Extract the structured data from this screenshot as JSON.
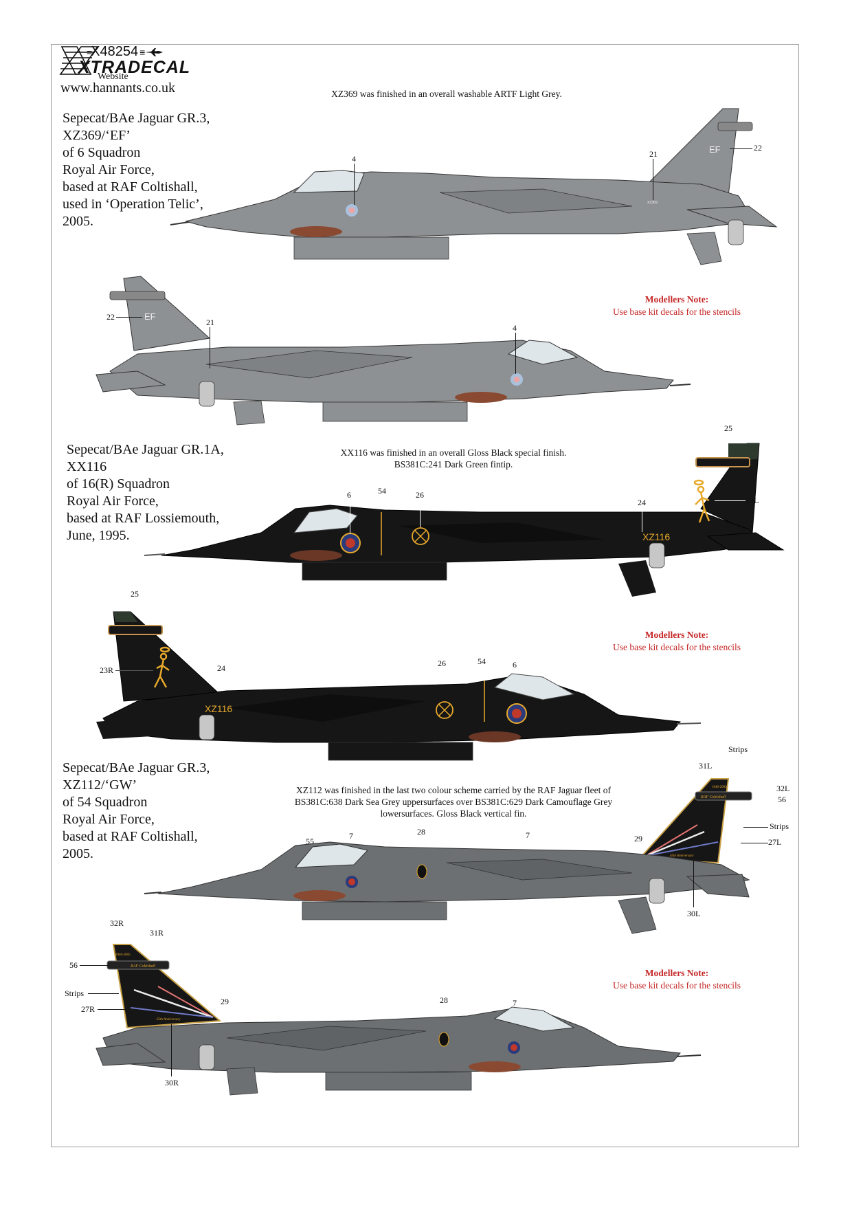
{
  "header": {
    "product_code": "X48254",
    "brand": "XTRADECAL",
    "website_label": "Website",
    "website_url": "www.hannants.co.uk"
  },
  "colors": {
    "light_grey": "#8e9193",
    "dark_sea_grey": "#6c7072",
    "gloss_black": "#161616",
    "roundel_red": "#c0392b",
    "roundel_blue": "#2a3a7a",
    "yellow": "#e8a92a",
    "note_red": "#c62828",
    "radome_brown": "#8a4a32",
    "frame_grey": "#9a9a9a"
  },
  "aircraft": [
    {
      "description": "Sepecat/BAe Jaguar GR.3,\nXZ369/‘EF’\nof 6 Squadron\nRoyal Air Force,\nbased at RAF Coltishall,\nused in ‘Operation Telic’,\n2005.",
      "finish_note": "XZ369 was finished in an overall washable ARTF Light Grey.",
      "tail_code": "EF",
      "serial": "XZ369",
      "left_view_callouts": [
        "4",
        "21",
        "22"
      ],
      "right_view_callouts": [
        "22",
        "21",
        "4"
      ],
      "modellers_note_title": "Modellers Note:",
      "modellers_note_text": "Use base kit decals for the stencils"
    },
    {
      "description": "Sepecat/BAe Jaguar GR.1A,\nXX116\nof 16(R) Squadron\nRoyal Air Force,\nbased at RAF Lossiemouth,\nJune, 1995.",
      "finish_note_line1": "XX116 was finished in an overall Gloss Black special finish.",
      "finish_note_line2": "BS381C:241 Dark Green fintip.",
      "fuselage_code": "XZ116",
      "left_view_callouts": [
        "6",
        "54",
        "26",
        "24",
        "25",
        "23L"
      ],
      "right_view_callouts": [
        "25",
        "23R",
        "24",
        "26",
        "54",
        "6"
      ],
      "modellers_note_title": "Modellers Note:",
      "modellers_note_text": "Use base kit decals for the stencils"
    },
    {
      "description": "Sepecat/BAe Jaguar GR.3,\nXZ112/‘GW’\nof 54 Squadron\nRoyal Air Force,\nbased at RAF Coltishall,\n2005.",
      "finish_note_line1": "XZ112 was finished in the last two colour scheme carried by the RAF Jaguar fleet of",
      "finish_note_line2": "BS381C:638 Dark Sea Grey uppersurfaces over BS381C:629 Dark Camouflage Grey",
      "finish_note_line3": "lowersurfaces. Gloss Black vertical fin.",
      "fin_text_top": "1940-2005",
      "fin_text_band": "RAF Coltishall",
      "fin_text_bottom": "65th Anniversary",
      "left_view_callouts": [
        "55",
        "7",
        "28",
        "7",
        "29",
        "Strips",
        "31L",
        "32L",
        "56",
        "Strips",
        "27L",
        "30L"
      ],
      "right_view_callouts": [
        "32R",
        "31R",
        "56",
        "Strips",
        "27R",
        "29",
        "30R",
        "28",
        "7"
      ],
      "modellers_note_title": "Modellers Note:",
      "modellers_note_text": "Use base kit decals for the stencils"
    }
  ]
}
